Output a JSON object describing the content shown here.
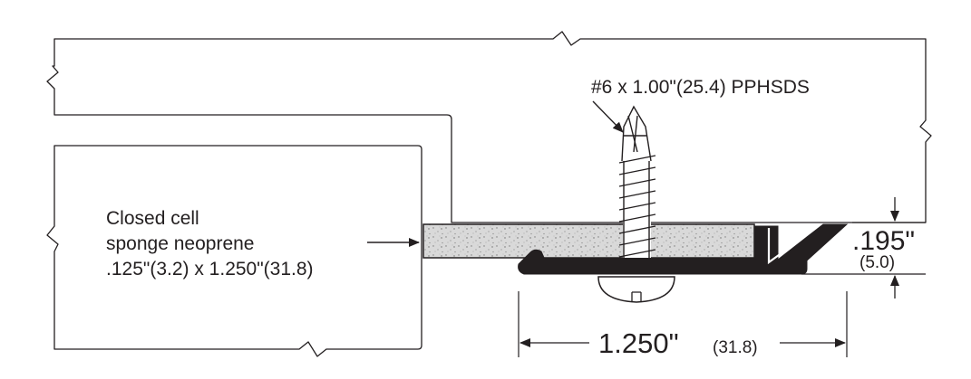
{
  "screw_label": "#6 x 1.00\"(25.4) PPHSDS",
  "neoprene": {
    "line1": "Closed cell",
    "line2": "sponge neoprene",
    "line3": ".125\"(3.2) x 1.250\"(31.8)"
  },
  "height_dim": {
    "imperial": ".195\"",
    "metric": "(5.0)"
  },
  "width_dim": {
    "imperial": "1.250\"",
    "metric": "(31.8)"
  },
  "colors": {
    "line": "#231f20",
    "gasket_fill": "#d6d6d6",
    "profile_fill": "#231f20"
  }
}
